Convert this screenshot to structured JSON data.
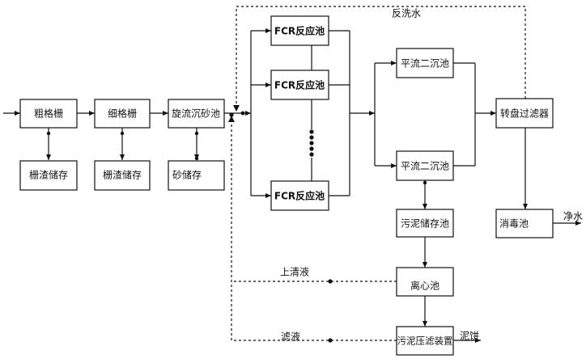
{
  "boxes": {
    "coarse_screen": "粗格栅",
    "fine_screen": "细格栅",
    "vortex_grit": "旋流沉砂池",
    "screenings_storage_1": "栅渣储存",
    "screenings_storage_2": "栅渣储存",
    "grit_storage": "砂储存",
    "fcr_reactor_1": "FCR反应池",
    "fcr_reactor_2": "FCR反应池",
    "fcr_reactor_3": "FCR反应池",
    "sec_clarifier_1": "平流二沉池",
    "sec_clarifier_2": "平流二沉池",
    "sludge_storage": "污泥储存池",
    "centrifuge": "离心池",
    "filter_press": "污泥压滤装置",
    "disc_filter": "转盘过滤器",
    "disinfection": "消毒池"
  },
  "labels": {
    "backwash": "反洗水",
    "supernatant": "上清液",
    "filtrate": "滤液",
    "clean_water": "净水",
    "sludge_cake": "泥饼"
  }
}
